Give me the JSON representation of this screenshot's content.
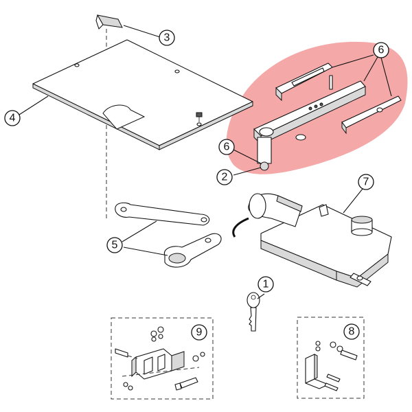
{
  "highlight_color": "#f4a3a3",
  "callouts": [
    {
      "label": "1"
    },
    {
      "label": "2"
    },
    {
      "label": "3"
    },
    {
      "label": "4"
    },
    {
      "label": "5"
    },
    {
      "label": "6"
    },
    {
      "label": "6"
    },
    {
      "label": "7"
    },
    {
      "label": "8"
    },
    {
      "label": "9"
    }
  ],
  "parts": [
    {
      "icon": "key-icon"
    },
    {
      "icon": "pivot-pin-icon"
    },
    {
      "icon": "clip-icon"
    },
    {
      "icon": "cover-plate-icon"
    },
    {
      "icon": "arm-links-icon"
    },
    {
      "icon": "mounting-bracket-kit-icon"
    },
    {
      "icon": "gear-motor-icon"
    },
    {
      "icon": "wall-bracket-kit-icon"
    },
    {
      "icon": "base-bracket-kit-icon"
    }
  ]
}
